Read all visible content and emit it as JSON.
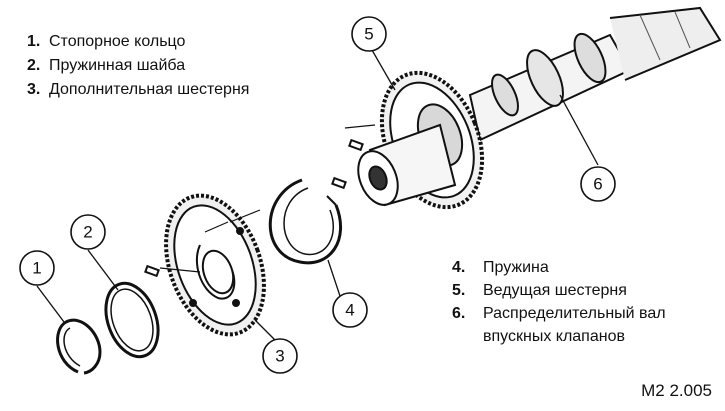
{
  "legend_left": [
    {
      "num": "1.",
      "text": "Стопорное кольцо"
    },
    {
      "num": "2.",
      "text": "Пружинная шайба"
    },
    {
      "num": "3.",
      "text": "Дополнительная шестерня"
    }
  ],
  "legend_right": [
    {
      "num": "4.",
      "text": "Пружина"
    },
    {
      "num": "5.",
      "text": "Ведущая шестерня"
    },
    {
      "num": "6.",
      "text": "Распределительный вал",
      "continuation": "впускных клапанов"
    }
  ],
  "callouts": [
    "1",
    "2",
    "3",
    "4",
    "5",
    "6"
  ],
  "figure_code": "M2 2.005"
}
